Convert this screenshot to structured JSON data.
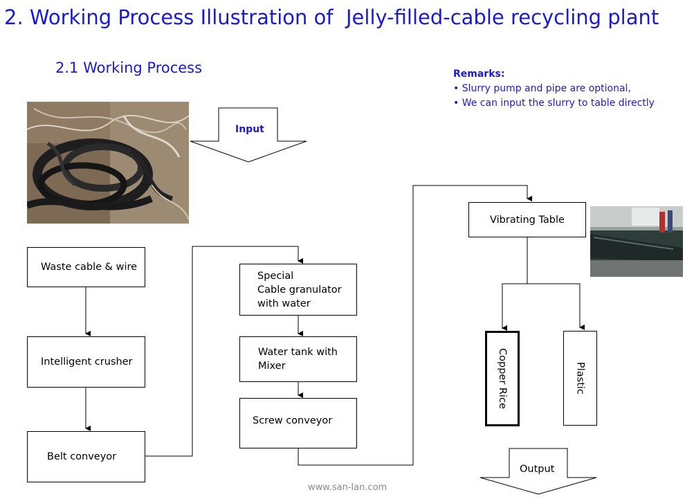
{
  "header": {
    "title": "2. Working Process Illustration of  Jelly-filled-cable recycling plant",
    "subtitle": "2.1 Working Process"
  },
  "remarks": {
    "heading": "Remarks:",
    "lines": [
      "• Slurry pump and pipe are optional,",
      "• We can input the slurry to table directly"
    ]
  },
  "arrows": {
    "input": "Input",
    "output": "Output"
  },
  "steps": {
    "waste_cable": "Waste cable & wire",
    "crusher": "Intelligent crusher",
    "belt_conveyor": "Belt conveyor",
    "granulator": "Special\nCable granulator\n with water",
    "water_tank": "Water tank with\nMixer",
    "screw_conveyor": "Screw conveyor",
    "vibrating_table": "Vibrating Table",
    "copper_rice": "Copper Rice",
    "plastic": "Plastic"
  },
  "footer": {
    "website": "www.san-lan.com"
  },
  "colors": {
    "title_blue": "#1a1ad6",
    "line": "#000000",
    "footer_gray": "#8a8a8a"
  }
}
